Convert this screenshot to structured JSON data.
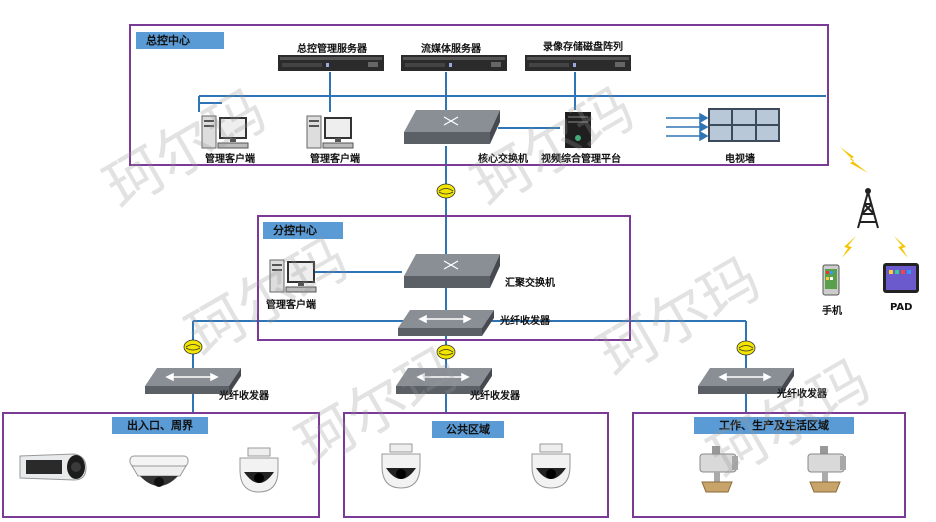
{
  "zones": {
    "master": {
      "title": "总控中心"
    },
    "sub": {
      "title": "分控中心"
    },
    "entrance": {
      "title": "出入口、周界"
    },
    "public": {
      "title": "公共区域"
    },
    "work": {
      "title": "工作、生产及生活区域"
    }
  },
  "devices": {
    "master_server": "总控管理服务器",
    "media_server": "流媒体服务器",
    "storage_array": "录像存储磁盘阵列",
    "client_1": "管理客户端",
    "client_2": "管理客户端",
    "core_switch": "核心交换机",
    "video_platform": "视频综合管理平台",
    "tv_wall": "电视墙",
    "sub_client": "管理客户端",
    "aggregation_switch": "汇聚交换机",
    "fiber_center": "光纤收发器",
    "fiber_left": "光纤收发器",
    "fiber_mid": "光纤收发器",
    "fiber_right": "光纤收发器",
    "phone": "手机",
    "pad": "PAD"
  },
  "watermark": "珂尔玛",
  "colors": {
    "frame": "#7b3a96",
    "tag": "#5b9bd5",
    "link": "#2f75b5",
    "fiber_node": "#f2e600",
    "signal": "#f5c400"
  },
  "icons": [
    "rack-server-icon",
    "desktop-client-icon",
    "network-switch-icon",
    "fiber-transceiver-icon",
    "tower-icon",
    "phone-icon",
    "tablet-icon",
    "bullet-camera-icon",
    "dome-camera-icon",
    "speed-dome-camera-icon",
    "explosion-proof-camera-icon",
    "tv-wall-icon",
    "platform-server-icon"
  ]
}
